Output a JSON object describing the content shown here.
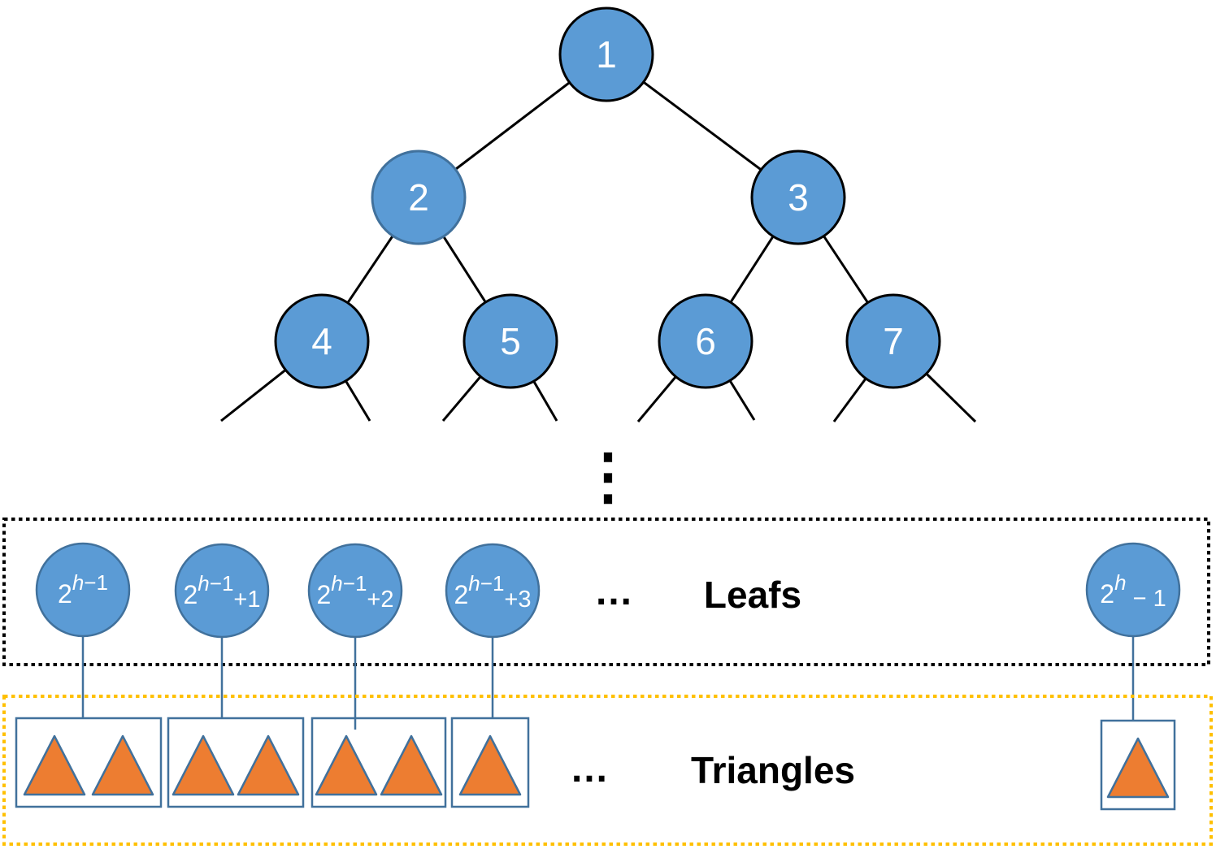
{
  "colors": {
    "node_fill": "#5B9BD5",
    "tree_node_stroke": "#000000",
    "leaf_stroke": "#41719C",
    "triangle_fill": "#ED7D31",
    "leafs_box_stroke": "#000000",
    "triangles_box_stroke": "#FFC000",
    "edge_color": "#000000",
    "text_white": "#FFFFFF",
    "text_black": "#000000"
  },
  "tree": {
    "nodes": [
      {
        "label": "1"
      },
      {
        "label": "2"
      },
      {
        "label": "3"
      },
      {
        "label": "4"
      },
      {
        "label": "5"
      },
      {
        "label": "6"
      },
      {
        "label": "7"
      }
    ],
    "vertical_ellipsis": "⋮"
  },
  "leaf_section": {
    "label": "Leafs",
    "ellipsis": "…",
    "leaves": [
      {
        "base": "2",
        "sup_var": "h",
        "sup_rest": "−1",
        "suffix": ""
      },
      {
        "base": "2",
        "sup_var": "h",
        "sup_rest": "−1",
        "suffix": "+1"
      },
      {
        "base": "2",
        "sup_var": "h",
        "sup_rest": "−1",
        "suffix": "+2"
      },
      {
        "base": "2",
        "sup_var": "h",
        "sup_rest": "−1",
        "suffix": "+3"
      },
      {
        "base": "2",
        "sup_var": "h",
        "sup_rest": "",
        "suffix": " − 1"
      }
    ]
  },
  "triangle_section": {
    "label": "Triangles",
    "ellipsis": "…",
    "boxes": [
      {
        "triangle_count": 2
      },
      {
        "triangle_count": 2
      },
      {
        "triangle_count": 2
      },
      {
        "triangle_count": 1
      },
      {
        "triangle_count": 1
      }
    ]
  }
}
